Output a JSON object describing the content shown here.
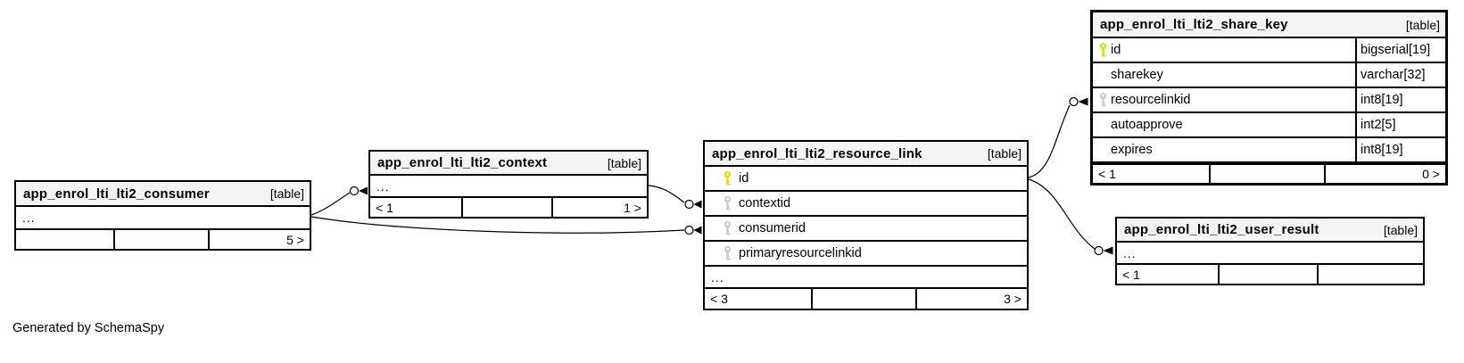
{
  "page": {
    "generator_note": "Generated by SchemaSpy"
  },
  "colors": {
    "background": "#ffffff",
    "table_border": "#000000",
    "header_background": "#f4f4f4",
    "primary_key_icon": "#dede00",
    "index_key_icon": "#c9c9c9",
    "edge_line": "#000000"
  },
  "tables": [
    {
      "name": "app_enrol_lti_lti2_consumer",
      "badge": "[table]",
      "ellipsis": "...",
      "footer": {
        "left": "",
        "right": "5 >"
      }
    },
    {
      "name": "app_enrol_lti_lti2_context",
      "badge": "[table]",
      "ellipsis": "...",
      "footer": {
        "left": "< 1",
        "right": "1 >"
      }
    },
    {
      "name": "app_enrol_lti_lti2_resource_link",
      "badge": "[table]",
      "columns": [
        {
          "name": "id",
          "key": "primary"
        },
        {
          "name": "contextid",
          "key": "index"
        },
        {
          "name": "consumerid",
          "key": "index"
        },
        {
          "name": "primaryresourcelinkid",
          "key": "index"
        }
      ],
      "ellipsis": "...",
      "footer": {
        "left": "< 3",
        "right": "3 >"
      }
    },
    {
      "name": "app_enrol_lti_lti2_share_key",
      "badge": "[table]",
      "columns": [
        {
          "name": "id",
          "key": "primary",
          "type": "bigserial[19]"
        },
        {
          "name": "sharekey",
          "key": null,
          "type": "varchar[32]"
        },
        {
          "name": "resourcelinkid",
          "key": "index",
          "type": "int8[19]"
        },
        {
          "name": "autoapprove",
          "key": null,
          "type": "int2[5]"
        },
        {
          "name": "expires",
          "key": null,
          "type": "int8[19]"
        }
      ],
      "footer": {
        "left": "< 1",
        "right": "0 >"
      }
    },
    {
      "name": "app_enrol_lti_lti2_user_result",
      "badge": "[table]",
      "ellipsis": "...",
      "footer": {
        "left": "< 1",
        "right": ""
      }
    }
  ]
}
